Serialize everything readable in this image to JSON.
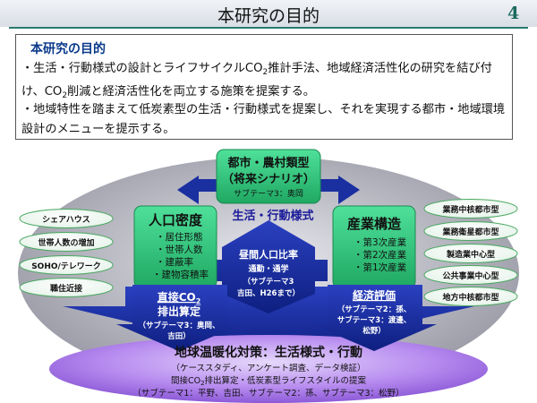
{
  "header": {
    "title": "本研究の目的",
    "slide_number": "4"
  },
  "objective": {
    "heading": "本研究の目的",
    "bullet1": {
      "prefix": "・生活・行動様式の設計とライフサイクルCO",
      "sub": "2",
      "mid": "推計手法、地域経済活性化の研究を結び付け、CO",
      "sub2": "2",
      "suffix": "削減と経済活性化を両立する施策を提案する。"
    },
    "bullet2": "・地域特性を踏まえて低炭素型の生活・行動様式を提案し、それを実現する都市・地域環境設計のメニューを提示する。"
  },
  "diagram": {
    "top": {
      "line1": "都市・農村類型",
      "line2": "（将来シナリオ）",
      "theme": "サブテーマ3：奥岡"
    },
    "center_label": "生活・行動様式",
    "population": {
      "title": "人口密度",
      "items": [
        "・居住形態",
        "・世帯人数",
        "・建蔽率",
        "・建物容積率"
      ]
    },
    "industry": {
      "title": "産業構造",
      "items": [
        "・第3次産業",
        "・第2次産業",
        "・第1次産業"
      ]
    },
    "ratio": {
      "line1": "昼間人口比率",
      "line2": "通勤・通学",
      "line3": "（サブテーマ3",
      "line4": "吉田、H26まで）"
    },
    "direct_co2": {
      "line1_a": "直接CO",
      "line1_sub": "2",
      "line2": "排出算定",
      "line3": "（サブテーマ3：奥岡、",
      "line4": "吉田）"
    },
    "economic": {
      "line1": "経済評価",
      "line2": "（サブテーマ2：孫、",
      "line3": "サブテーマ3：渡邊、",
      "line4": "松野）"
    },
    "left_pills": [
      "シェアハウス",
      "世帯人数の増加",
      "SOHO/テレワーク",
      "職住近接"
    ],
    "right_pills": [
      "業務中核都市型",
      "業務衛星都市型",
      "製造業中心型",
      "公共事業中心型",
      "地方中核都市型"
    ],
    "bottom": {
      "line1": "地球温暖化対策：生活様式・行動",
      "line2": "（ケーススタディ、アンケート調査、データ検証）",
      "line3_a": "間接CO",
      "line3_sub": "2",
      "line3_b": "排出算定・低炭素型ライフスタイルの提案",
      "line4": "（サブテーマ1：平野、吉田、サブテーマ2：孫、サブテーマ3：松野）"
    }
  },
  "colors": {
    "green_box": "#2fc27a",
    "green_dark": "#1f9c5c",
    "blue_arrow": "#1a2fa0",
    "purple_ellipse": "#a070e0",
    "title_teal": "#1c6a5e"
  }
}
